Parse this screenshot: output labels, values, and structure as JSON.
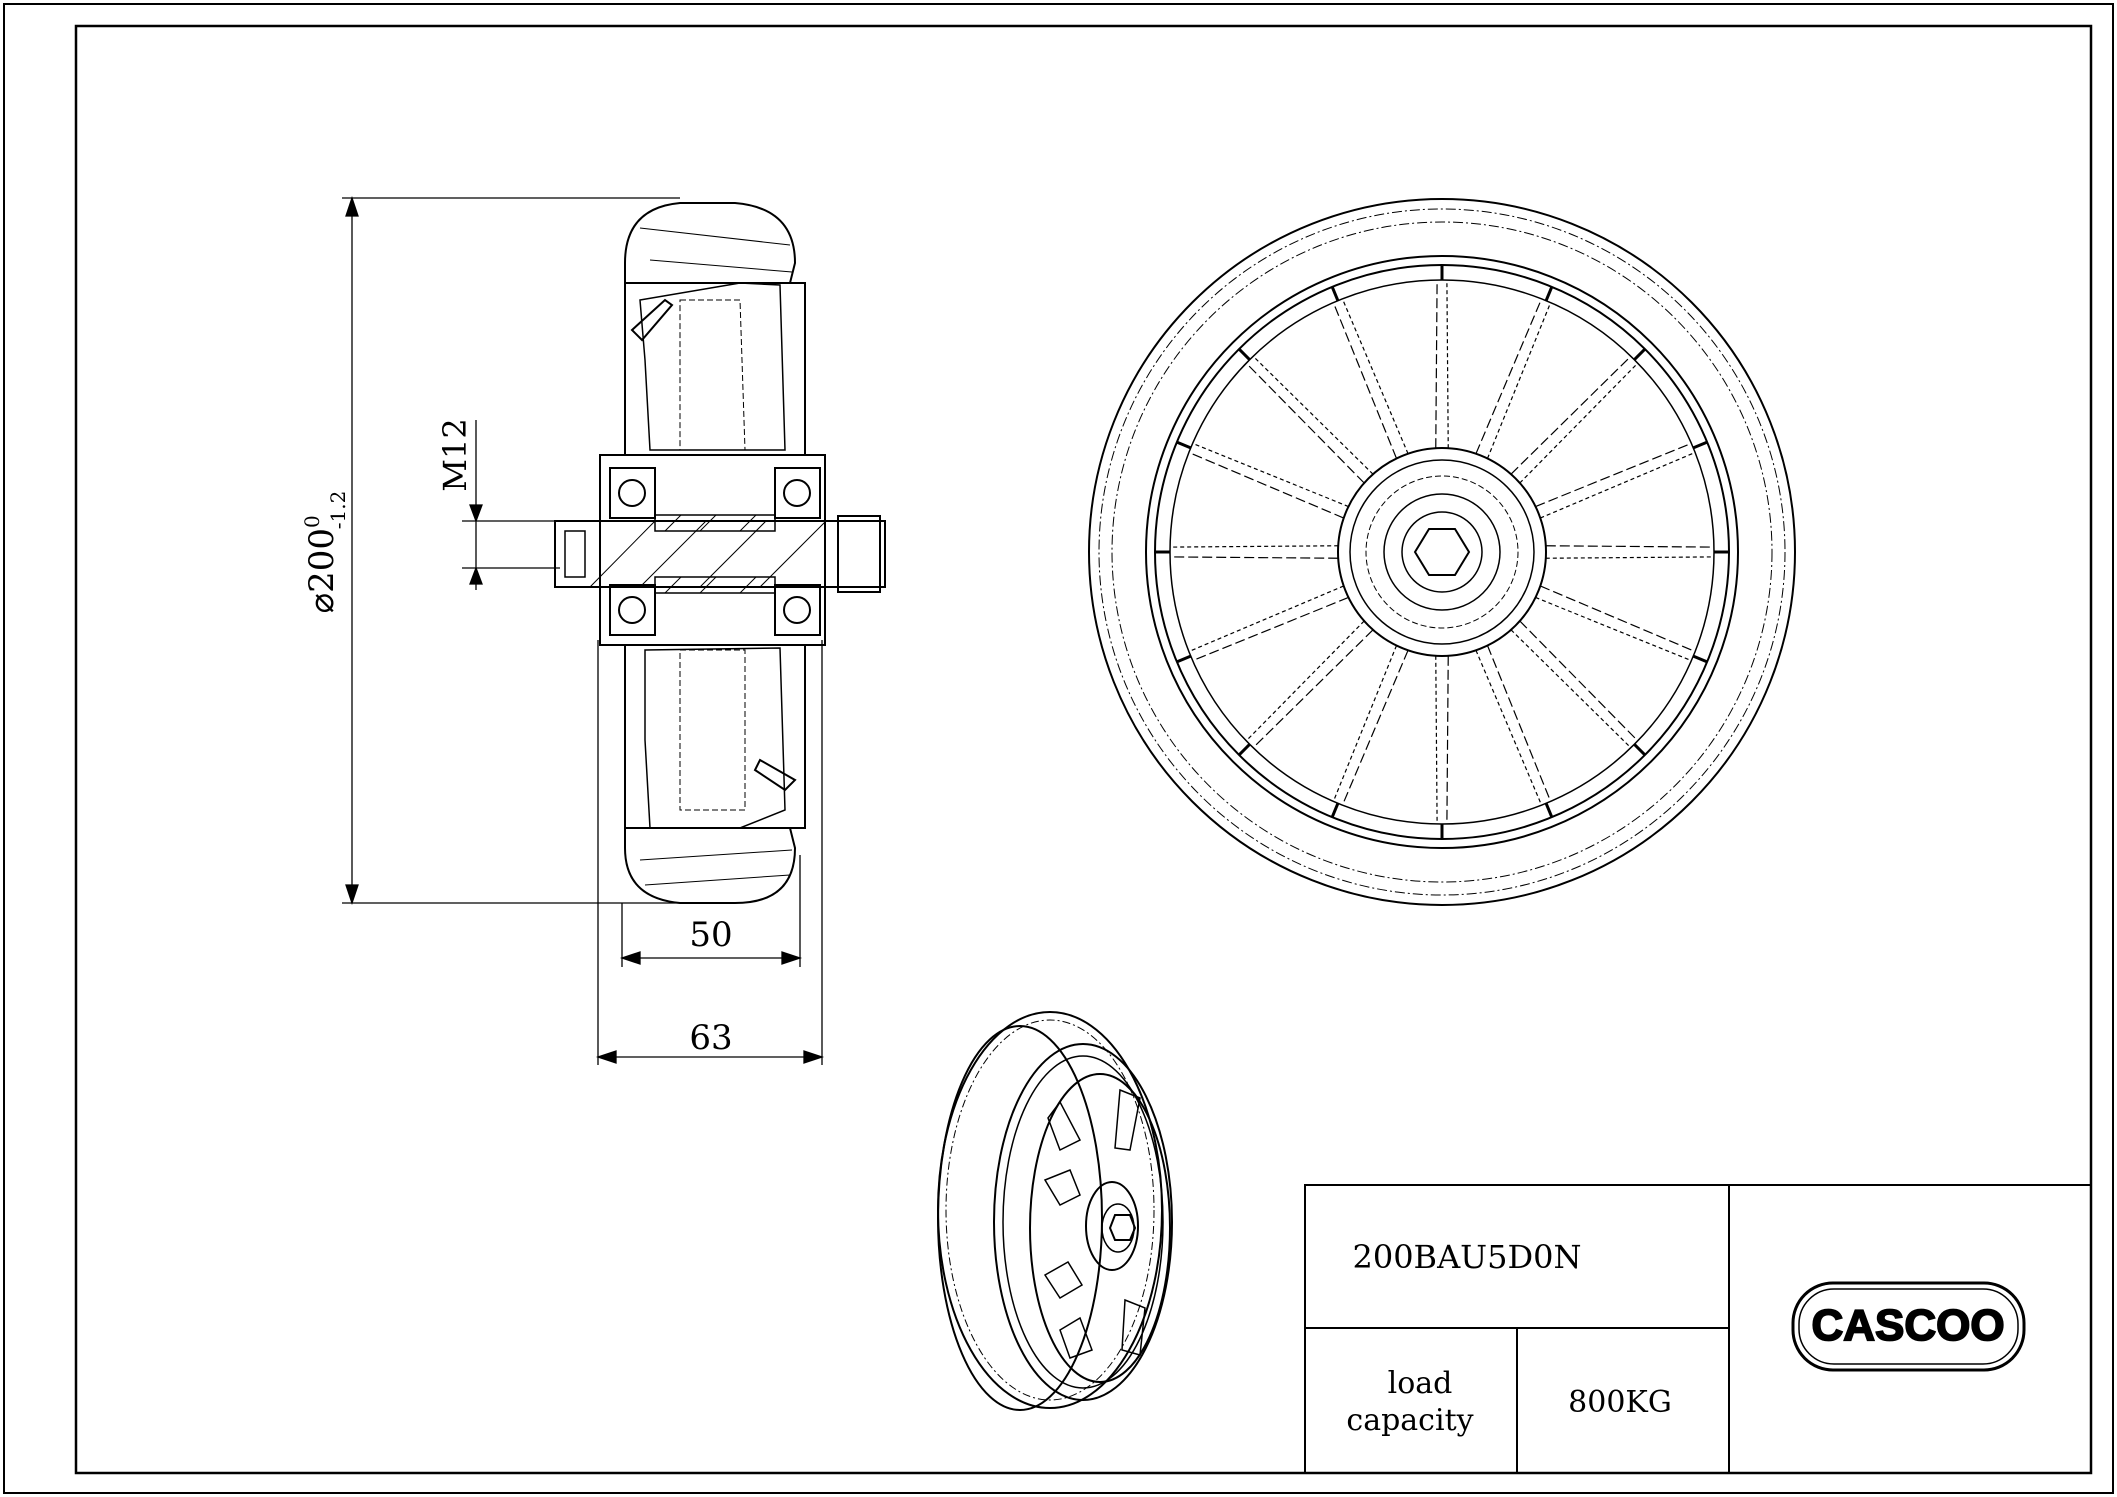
{
  "dimensions": {
    "thread": "M12",
    "diameter_symbol": "⌀",
    "diameter_value": "200",
    "tolerance_upper": "0",
    "tolerance_lower": "-1.2",
    "inner_width": "50",
    "outer_width": "63"
  },
  "title_block": {
    "part_number": "200BAU5D0N",
    "load_label_line1": "load",
    "load_label_line2": "capacity",
    "load_value": "800KG",
    "logo_text": "CASCOO"
  }
}
